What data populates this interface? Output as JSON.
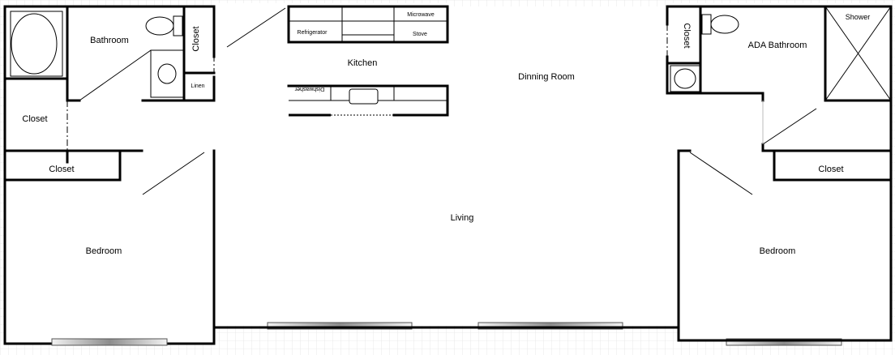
{
  "rooms": {
    "bathroom": "Bathroom",
    "closet_bath": "Closet",
    "linen": "Linen",
    "closet_left_hall": "Closet",
    "closet_left_bedroom": "Closet",
    "bedroom_left": "Bedroom",
    "kitchen": "Kitchen",
    "dining": "Dinning Room",
    "living": "Living",
    "closet_right_bath": "Closet",
    "ada_bathroom": "ADA Bathroom",
    "shower": "Shower",
    "closet_right_bedroom": "Closet",
    "bedroom_right": "Bedroom"
  },
  "appliances": {
    "refrigerator": "Refrigerator",
    "microwave": "Microwave",
    "stove": "Stove",
    "dishwasher": "Dishwasher"
  }
}
